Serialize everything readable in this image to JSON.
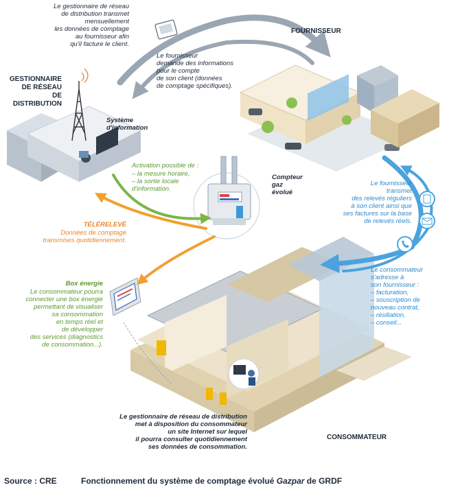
{
  "labels": {
    "gestionnaire": "GESTIONNAIRE\nDE RÉSEAU\nDE DISTRIBUTION",
    "fournisseur": "FOURNISSEUR",
    "consommateur": "CONSOMMATEUR",
    "systeme": "Système\nd'information",
    "compteur": "Compteur\ngaz\névolué"
  },
  "texts": {
    "grd_transmet": "Le gestionnaire de réseau\nde distribution transmet\nmensuellement\nles données de comptage\nau fournisseur afin\nqu'il facture le client.",
    "fournisseur_demande": "Le fournisseur\ndemande des informations\npour le compte\nde son client (données\nde comptage spécifiques).",
    "activation_title": "Activation possible de :",
    "activation_items": "– la mesure horaire,\n– la sortie locale\nd'information.",
    "telereleve_title": "TÉLÉRELEVÉ",
    "telereleve_body": "Données de comptage\ntransmises quotidiennement.",
    "fournisseur_transmet": "Le fournisseur\ntransmet\ndes relevés réguliers\nà son client ainsi que\nses factures sur la base\nde relevés réels.",
    "box_title": "Box énergie",
    "box_body": "Le consommateur pourra\nconnecter une box énergie\npermettant de visualiser\nsa consommation\nen temps réel et\nde développer\ndes services (diagnostics\nde consommation...).",
    "consommateur_adresse": "Le consommateur\ns'adresse à\nson fournisseur :\n– facturation,\n– souscription de\nnouveau contrat,\n– résiliation,\n– conseil...",
    "grd_site": "Le gestionnaire de réseau de distribution\nmet à disposition du consommateur\nun site Internet sur lequel\nil pourra consulter quotidiennement\nses données de consommation."
  },
  "footer": {
    "source": "Source : CRE",
    "caption_before": "Fonctionnement du système de comptage évolué ",
    "caption_italic": "Gazpar",
    "caption_after": " de GRDF"
  },
  "colors": {
    "arrow_grey": "#9ba6b3",
    "arrow_blue": "#4aa3dc",
    "arrow_green": "#7ab648",
    "arrow_orange": "#f0a030",
    "text_dark": "#1e2a38"
  }
}
